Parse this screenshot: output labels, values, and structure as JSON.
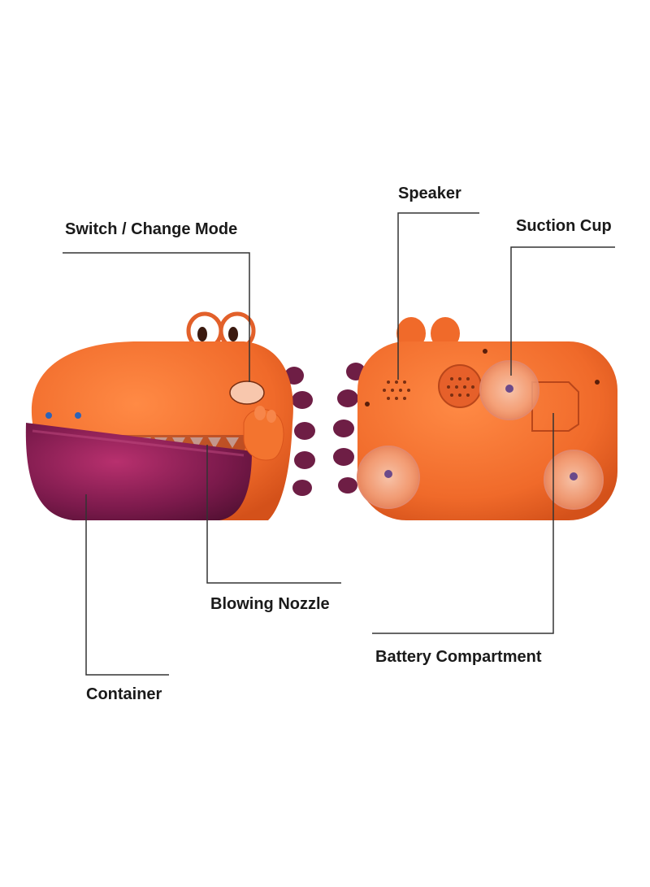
{
  "labels": {
    "speaker": "Speaker",
    "switch_change_mode": "Switch / Change Mode",
    "suction_cup": "Suction Cup",
    "blowing_nozzle": "Blowing Nozzle",
    "battery_compartment": "Battery Compartment",
    "container": "Container"
  },
  "colors": {
    "body_orange": "#f06a2a",
    "body_orange_dark": "#d9541c",
    "container_purple": "#7a1a4a",
    "spike_purple": "#6e1e45",
    "leader_line": "#333333"
  },
  "icons": {
    "front_view": "dinosaur-bubble-machine-front",
    "back_view": "dinosaur-bubble-machine-back"
  }
}
